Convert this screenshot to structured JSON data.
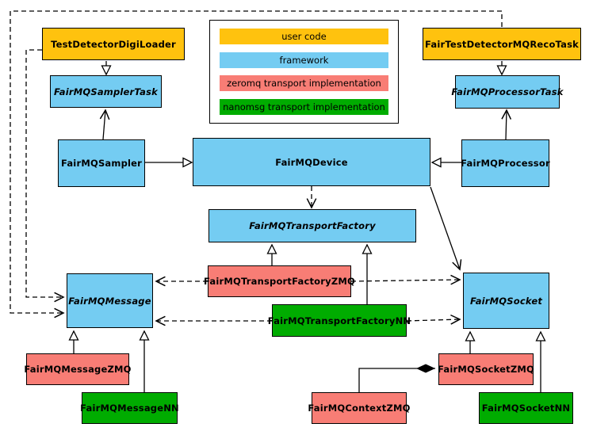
{
  "title": "FairMQ class diagram",
  "colors": {
    "user": "#ffc20e",
    "framework": "#74ccf2",
    "zeromq": "#f87d75",
    "nanomsg": "#00ac00",
    "line": "#000000",
    "canvas": "#ffffff"
  },
  "legend": {
    "items": [
      {
        "label": "user code",
        "color": "user"
      },
      {
        "label": "framework",
        "color": "framework"
      },
      {
        "label": "zeromq transport implementation",
        "color": "zeromq"
      },
      {
        "label": "nanomsg transport implementation",
        "color": "nanomsg"
      }
    ]
  },
  "nodes": {
    "testDetectorDigiLoader": {
      "label": "TestDetectorDigiLoader",
      "color": "user",
      "abstract": false
    },
    "fairTestDetectorMQRecoTask": {
      "label": "FairTestDetectorMQRecoTask",
      "color": "user",
      "abstract": false
    },
    "fairMQSamplerTask": {
      "label": "FairMQSamplerTask",
      "color": "framework",
      "abstract": true
    },
    "fairMQProcessorTask": {
      "label": "FairMQProcessorTask",
      "color": "framework",
      "abstract": true
    },
    "fairMQSampler": {
      "label": "FairMQSampler",
      "color": "framework",
      "abstract": false
    },
    "fairMQDevice": {
      "label": "FairMQDevice",
      "color": "framework",
      "abstract": false
    },
    "fairMQProcessor": {
      "label": "FairMQProcessor",
      "color": "framework",
      "abstract": false
    },
    "fairMQTransportFactory": {
      "label": "FairMQTransportFactory",
      "color": "framework",
      "abstract": true
    },
    "fairMQTransportFactoryZMQ": {
      "label": "FairMQTransportFactoryZMQ",
      "color": "zeromq",
      "abstract": false
    },
    "fairMQTransportFactoryNN": {
      "label": "FairMQTransportFactoryNN",
      "color": "nanomsg",
      "abstract": false
    },
    "fairMQMessage": {
      "label": "FairMQMessage",
      "color": "framework",
      "abstract": true
    },
    "fairMQSocket": {
      "label": "FairMQSocket",
      "color": "framework",
      "abstract": true
    },
    "fairMQMessageZMQ": {
      "label": "FairMQMessageZMQ",
      "color": "zeromq",
      "abstract": false
    },
    "fairMQMessageNN": {
      "label": "FairMQMessageNN",
      "color": "nanomsg",
      "abstract": false
    },
    "fairMQContextZMQ": {
      "label": "FairMQContextZMQ",
      "color": "zeromq",
      "abstract": false
    },
    "fairMQSocketZMQ": {
      "label": "FairMQSocketZMQ",
      "color": "zeromq",
      "abstract": false
    },
    "fairMQSocketNN": {
      "label": "FairMQSocketNN",
      "color": "nanomsg",
      "abstract": false
    }
  }
}
